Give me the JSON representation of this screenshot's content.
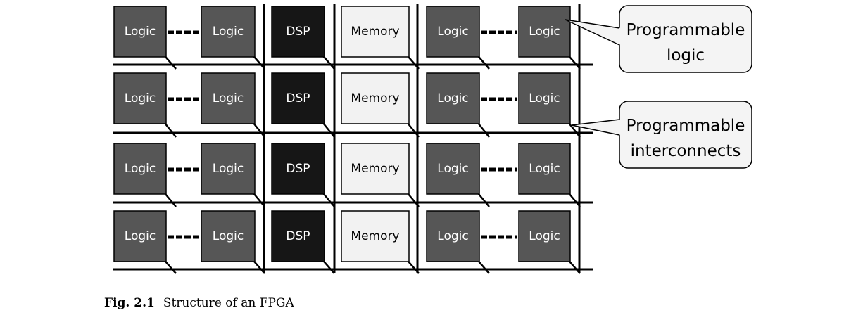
{
  "diagram": {
    "block_labels": {
      "logic": "Logic",
      "dsp": "DSP",
      "memory": "Memory"
    },
    "row_count": 4,
    "callouts": [
      {
        "lines": [
          "Programmable",
          "logic"
        ]
      },
      {
        "lines": [
          "Programmable",
          "interconnects"
        ]
      }
    ],
    "colors": {
      "logic_fill": "#565656",
      "dsp_fill": "#161616",
      "memory_fill": "#f2f2f2",
      "wire": "#000000",
      "callout_fill": "#f4f4f4"
    }
  },
  "caption": {
    "figure_number": "Fig. 2.1",
    "text": "Structure of an FPGA"
  }
}
